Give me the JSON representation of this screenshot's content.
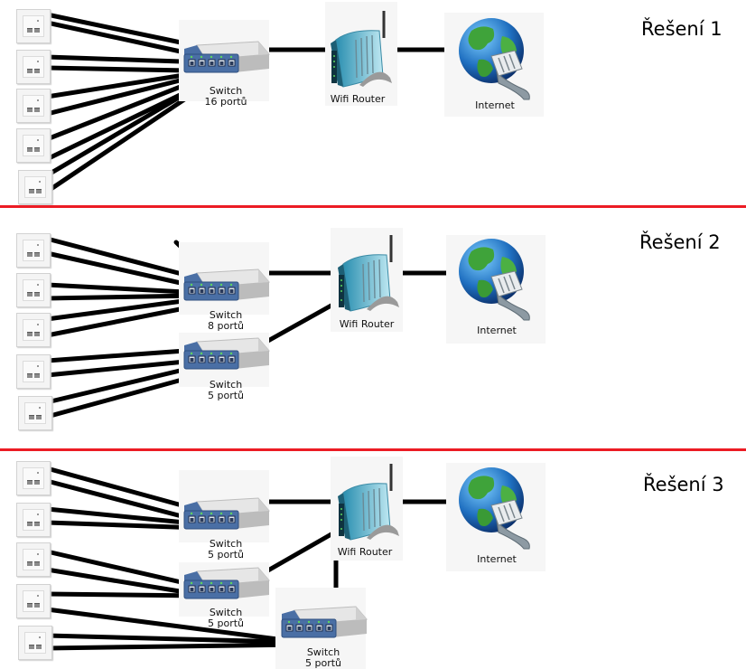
{
  "colors": {
    "divider": "#ec1c24",
    "cable": "#000000",
    "switch_body": "#4a6fa5",
    "switch_top": "#e6e6e6",
    "led": "#5cd65c"
  },
  "solutions": [
    {
      "title": "Řešení 1",
      "switches": [
        {
          "name": "Switch",
          "ports": "16 portů",
          "icon": "network-switch-icon"
        }
      ],
      "router": {
        "label": "Wifi Router",
        "icon": "wifi-router-icon"
      },
      "internet": {
        "label": "Internet",
        "icon": "globe-internet-icon"
      },
      "wall_ports": 5
    },
    {
      "title": "Řešení 2",
      "switches": [
        {
          "name": "Switch",
          "ports": "8 portů",
          "icon": "network-switch-icon"
        },
        {
          "name": "Switch",
          "ports": "5 portů",
          "icon": "network-switch-icon"
        }
      ],
      "router": {
        "label": "Wifi Router",
        "icon": "wifi-router-icon"
      },
      "internet": {
        "label": "Internet",
        "icon": "globe-internet-icon"
      },
      "wall_ports": 5
    },
    {
      "title": "Řešení 3",
      "switches": [
        {
          "name": "Switch",
          "ports": "5 portů",
          "icon": "network-switch-icon"
        },
        {
          "name": "Switch",
          "ports": "5 portů",
          "icon": "network-switch-icon"
        },
        {
          "name": "Switch",
          "ports": "5 portů",
          "icon": "network-switch-icon"
        }
      ],
      "router": {
        "label": "Wifi Router",
        "icon": "wifi-router-icon"
      },
      "internet": {
        "label": "Internet",
        "icon": "globe-internet-icon"
      },
      "wall_ports": 5
    }
  ]
}
